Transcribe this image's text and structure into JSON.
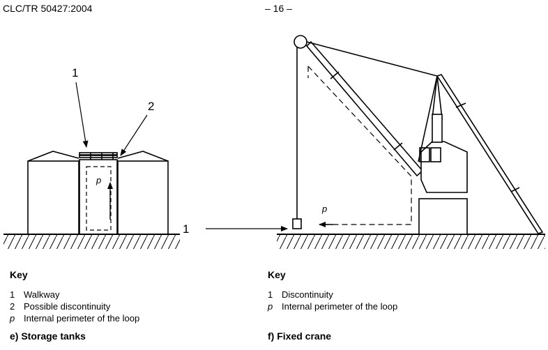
{
  "header": {
    "document_id": "CLC/TR 50427:2004",
    "page_number": "– 16 –"
  },
  "figure_e": {
    "callouts": [
      "1",
      "2"
    ],
    "loop_label": "p",
    "key_title": "Key",
    "key_items": [
      {
        "num": "1",
        "text": "Walkway"
      },
      {
        "num": "2",
        "text": "Possible discontinuity"
      },
      {
        "num": "p",
        "text": "Internal perimeter of the loop"
      }
    ],
    "caption": "e) Storage tanks"
  },
  "figure_f": {
    "callout": "1",
    "loop_label": "p",
    "key_title": "Key",
    "key_items": [
      {
        "num": "1",
        "text": "Discontinuity"
      },
      {
        "num": "p",
        "text": "Internal perimeter of the loop"
      }
    ],
    "caption": "f) Fixed crane"
  }
}
